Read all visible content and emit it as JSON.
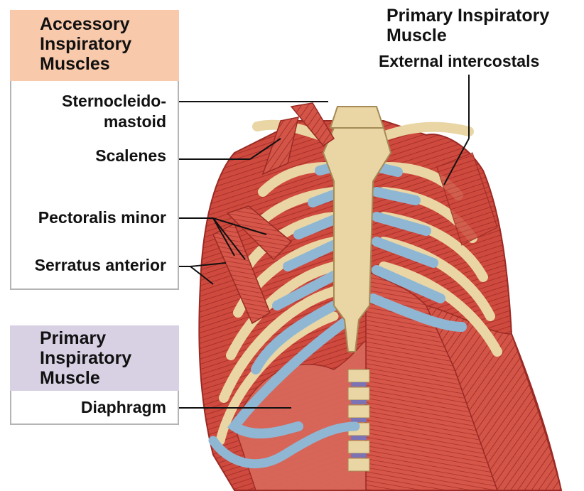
{
  "colors": {
    "accessory_header": "#f8c9ab",
    "primary_header": "#d8d0e3",
    "muscle": "#cf4a3e",
    "muscle_dark": "#a8302a",
    "bone": "#e9d6a4",
    "cartilage": "#8fb7d4"
  },
  "accessory": {
    "header": [
      "Accessory",
      "Inspiratory",
      "Muscles"
    ],
    "labels": {
      "scm": [
        "Sternocleido-",
        "mastoid"
      ],
      "scalenes": "Scalenes",
      "pect_minor": "Pectoralis minor",
      "serratus": "Serratus anterior"
    }
  },
  "primary_bottom": {
    "header": [
      "Primary",
      "Inspiratory",
      "Muscle"
    ],
    "label": "Diaphragm"
  },
  "primary_top": {
    "header": [
      "Primary Inspiratory",
      "Muscle"
    ],
    "label": "External intercostals"
  }
}
